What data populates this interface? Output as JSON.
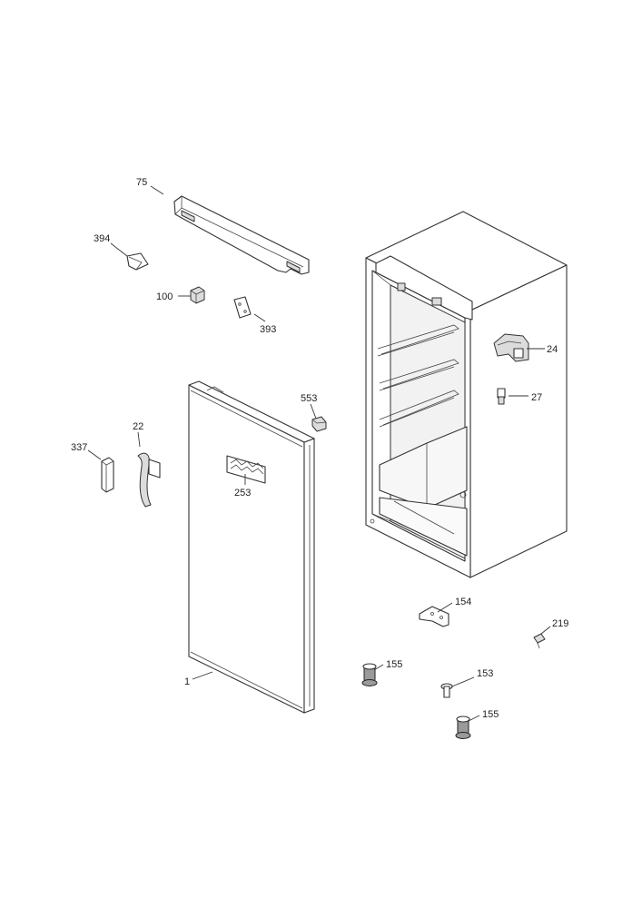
{
  "callouts": [
    {
      "id": "75",
      "label": "75"
    },
    {
      "id": "394",
      "label": "394"
    },
    {
      "id": "100",
      "label": "100"
    },
    {
      "id": "393",
      "label": "393"
    },
    {
      "id": "553",
      "label": "553"
    },
    {
      "id": "22",
      "label": "22"
    },
    {
      "id": "337",
      "label": "337"
    },
    {
      "id": "253",
      "label": "253"
    },
    {
      "id": "1",
      "label": "1"
    },
    {
      "id": "24",
      "label": "24"
    },
    {
      "id": "27",
      "label": "27"
    },
    {
      "id": "154",
      "label": "154"
    },
    {
      "id": "219",
      "label": "219"
    },
    {
      "id": "155a",
      "label": "155"
    },
    {
      "id": "153",
      "label": "153"
    },
    {
      "id": "155b",
      "label": "155"
    }
  ]
}
